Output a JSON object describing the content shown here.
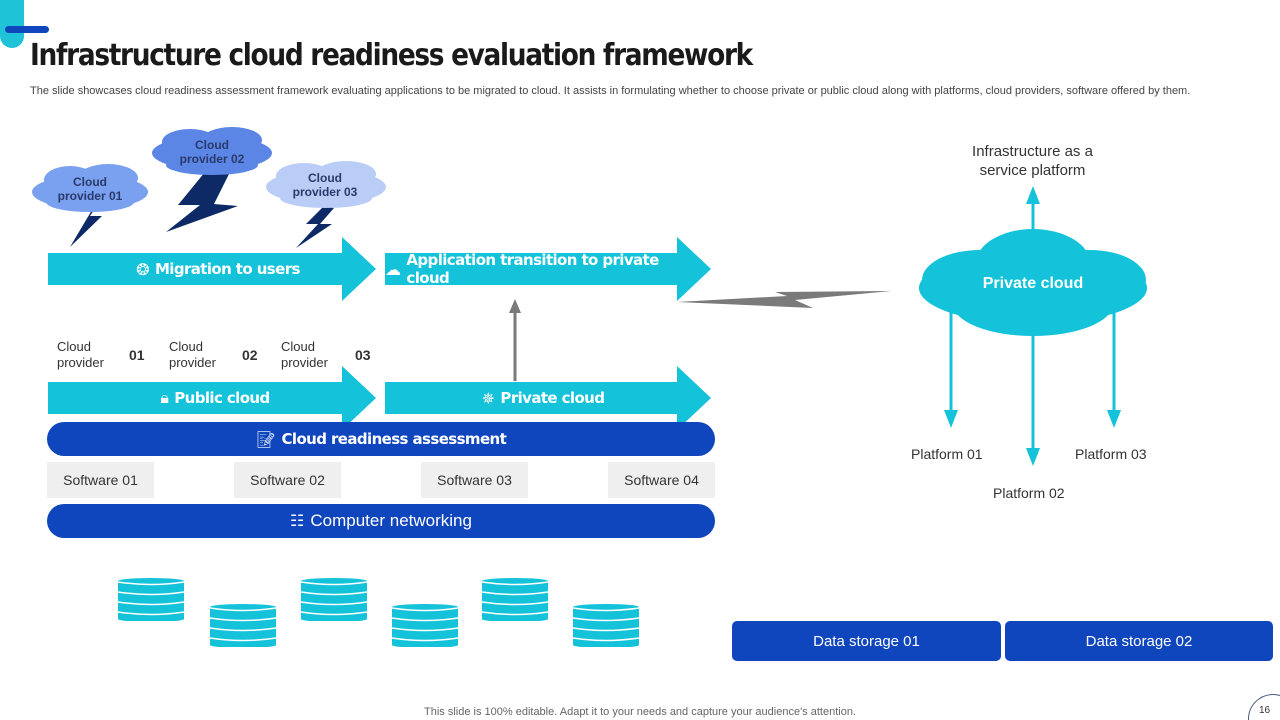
{
  "slide": {
    "title": "Infrastructure cloud readiness evaluation framework",
    "subtitle": "The slide showcases cloud readiness assessment framework evaluating applications to be migrated to cloud. It assists in formulating whether to choose private or public cloud along with platforms, cloud providers, software offered by them.",
    "footer": "This slide is 100% editable. Adapt it to your needs and capture your audience's attention.",
    "page_number": "16"
  },
  "colors": {
    "cyan": "#14c2d9",
    "blue": "#0f45bd",
    "gray_bolt": "#7a7a7a",
    "cloud_01": "#7aa0f0",
    "cloud_02": "#5b86e6",
    "cloud_03": "#b9cdf6",
    "software_bg": "#efefef"
  },
  "provider_clouds": [
    {
      "line1": "Cloud",
      "line2": "provider 01"
    },
    {
      "line1": "Cloud",
      "line2": "provider 02"
    },
    {
      "line1": "Cloud",
      "line2": "provider 03"
    }
  ],
  "arrows": {
    "migration": {
      "label": "Migration to users",
      "icon": "users-network-icon"
    },
    "transition": {
      "label": "Application transition to private cloud",
      "icon": "cloud-upload-lock-icon"
    },
    "public": {
      "label": "Public cloud",
      "icon": "lock-icon"
    },
    "private": {
      "label": "Private cloud",
      "icon": "network-hub-icon"
    }
  },
  "providers": [
    {
      "label_line1": "Cloud",
      "label_line2": "provider",
      "number": "01"
    },
    {
      "label_line1": "Cloud",
      "label_line2": "provider",
      "number": "02"
    },
    {
      "label_line1": "Cloud",
      "label_line2": "provider",
      "number": "03"
    }
  ],
  "assessment_bar": {
    "label": "Cloud readiness assessment",
    "icon": "document-edit-icon"
  },
  "software": [
    "Software 01",
    "Software 02",
    "Software 03",
    "Software 04"
  ],
  "networking_bar": {
    "label": "Computer networking",
    "icon": "network-topology-icon"
  },
  "private_cloud": {
    "label": "Private cloud",
    "top_label_line1": "Infrastructure  as a",
    "top_label_line2": "service platform",
    "platforms": [
      "Platform 01",
      "Platform 02",
      "Platform 03"
    ]
  },
  "data_storage": [
    "Data storage 01",
    "Data storage 02"
  ]
}
